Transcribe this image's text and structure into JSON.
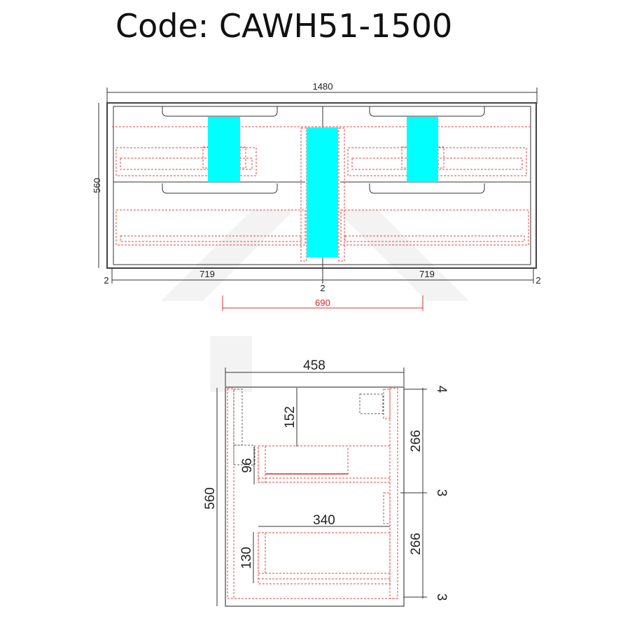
{
  "title": "Code: CAWH51-1500",
  "front_view": {
    "overall_width": "1480",
    "height": "560",
    "left_section_width": "719",
    "right_section_width": "719",
    "left_gap": "2",
    "center_gap": "2",
    "right_gap": "2",
    "basin_spacing": "690"
  },
  "side_view": {
    "depth": "458",
    "height": "560",
    "top_gap": "4",
    "drawer_height_top": "266",
    "middle_gap": "3",
    "drawer_height_bottom": "266",
    "bottom_gap": "3",
    "top_drawer_offset": "152",
    "top_drawer_inner_height": "96",
    "bottom_drawer_inner_width": "340",
    "bottom_drawer_inner_height": "130"
  },
  "colors": {
    "plumbing_cutout": "#00ffff",
    "hidden_lines": "#ee4444",
    "dim_basin": "#dd2222"
  }
}
